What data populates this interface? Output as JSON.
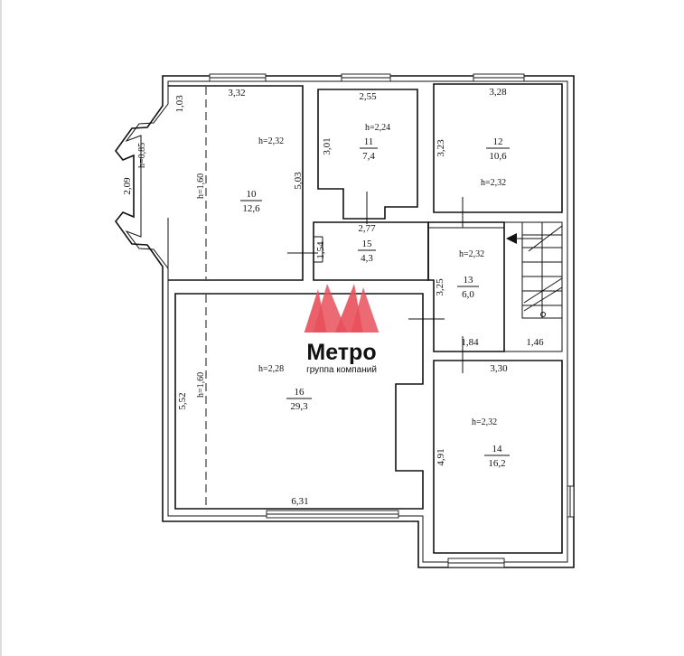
{
  "rooms": [
    {
      "id": "10",
      "area": "12,6"
    },
    {
      "id": "11",
      "area": "7,4"
    },
    {
      "id": "12",
      "area": "10,6"
    },
    {
      "id": "13",
      "area": "6,0"
    },
    {
      "id": "14",
      "area": "16,2"
    },
    {
      "id": "15",
      "area": "4,3"
    },
    {
      "id": "16",
      "area": "29,3"
    }
  ],
  "heights": {
    "r10": "h=2,32",
    "r11": "h=2,24",
    "r12": "h=2,32",
    "r13": "h=2,32",
    "r14": "h=2,32",
    "r16": "h=2,28",
    "slope10": "h=1,60",
    "slope16": "h=1,60",
    "bay": "h=0,85"
  },
  "dimensions": {
    "r10_top": "3,32",
    "r10_right": "5,03",
    "r10_corner": "1,03",
    "bay_width": "2,09",
    "r11_top": "2,55",
    "r11_left": "3,01",
    "r12_top": "3,28",
    "r12_left": "3,23",
    "r15_top": "2,77",
    "r15_left": "1,54",
    "r13_left": "3,25",
    "r13_bottom_a": "1,84",
    "r13_bottom_b": "1,46",
    "r14_top": "3,30",
    "r14_left": "4,91",
    "r16_left": "5,52",
    "r16_bottom": "6,31"
  },
  "logo": {
    "name": "Метро",
    "tagline": "группа компаний",
    "color": "#e8505b"
  }
}
